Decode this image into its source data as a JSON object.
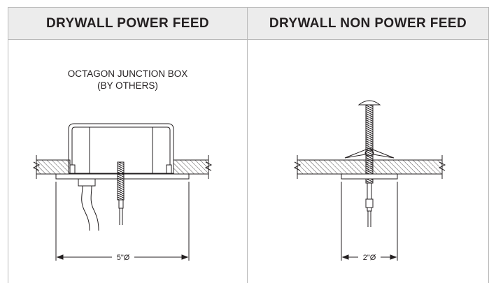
{
  "panels": {
    "power": {
      "title": "DRYWALL POWER FEED",
      "caption_line1": "OCTAGON JUNCTION BOX",
      "caption_line2": "(BY OTHERS)",
      "dimension": "5\"Ø"
    },
    "non_power": {
      "title": "DRYWALL NON POWER FEED",
      "dimension": "2\"Ø"
    }
  },
  "colors": {
    "ink": "#231f20",
    "header_bg": "#ececec",
    "border": "#b9b9b9"
  }
}
